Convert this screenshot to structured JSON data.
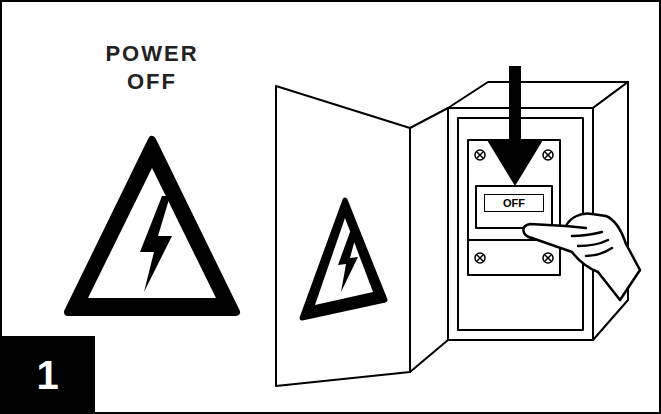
{
  "diagram": {
    "nodes": [
      {
        "text": [
          "OFF"
        ]
      },
      {
        "text": [
          "1"
        ]
      }
    ],
    "labels": [
      "POWER OFF"
    ]
  }
}
